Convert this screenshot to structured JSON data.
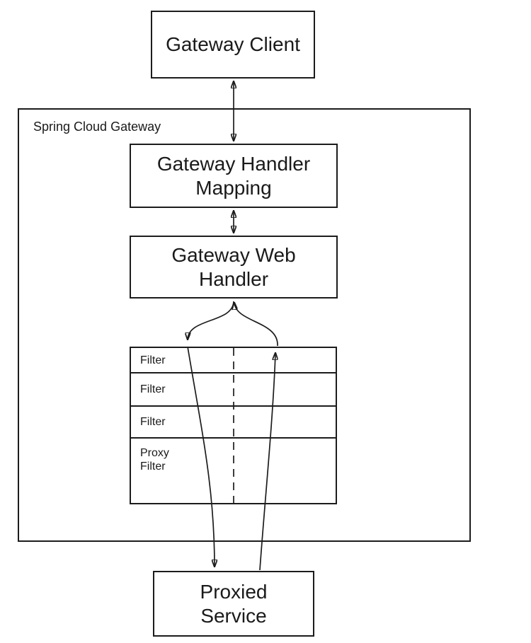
{
  "nodes": {
    "gateway_client": {
      "label": "Gateway Client"
    },
    "spring_cloud_gateway": {
      "label": "Spring Cloud Gateway"
    },
    "gateway_handler_mapping": {
      "label": "Gateway Handler\nMapping"
    },
    "gateway_web_handler": {
      "label": "Gateway Web\nHandler"
    },
    "proxied_service": {
      "label": "Proxied\nService"
    }
  },
  "filter_chain": {
    "rows": [
      {
        "label": "Filter"
      },
      {
        "label": "Filter"
      },
      {
        "label": "Filter"
      },
      {
        "label": "Proxy\nFilter"
      }
    ],
    "divider_style": "dashed"
  },
  "edges": [
    {
      "from": "Gateway Client",
      "to": "Gateway Handler Mapping",
      "direction": "bidirectional"
    },
    {
      "from": "Gateway Handler Mapping",
      "to": "Gateway Web Handler",
      "direction": "bidirectional"
    },
    {
      "from": "Gateway Web Handler",
      "to": "Filter chain (request side)",
      "direction": "down"
    },
    {
      "from": "Filter chain (request side)",
      "to": "Proxied Service",
      "direction": "down"
    },
    {
      "from": "Proxied Service",
      "to": "Filter chain (response side)",
      "direction": "up"
    },
    {
      "from": "Filter chain (response side)",
      "to": "Gateway Web Handler",
      "direction": "up"
    }
  ],
  "colors": {
    "line": "#1c1c1c",
    "text": "#1a1a1a",
    "background": "#ffffff"
  }
}
